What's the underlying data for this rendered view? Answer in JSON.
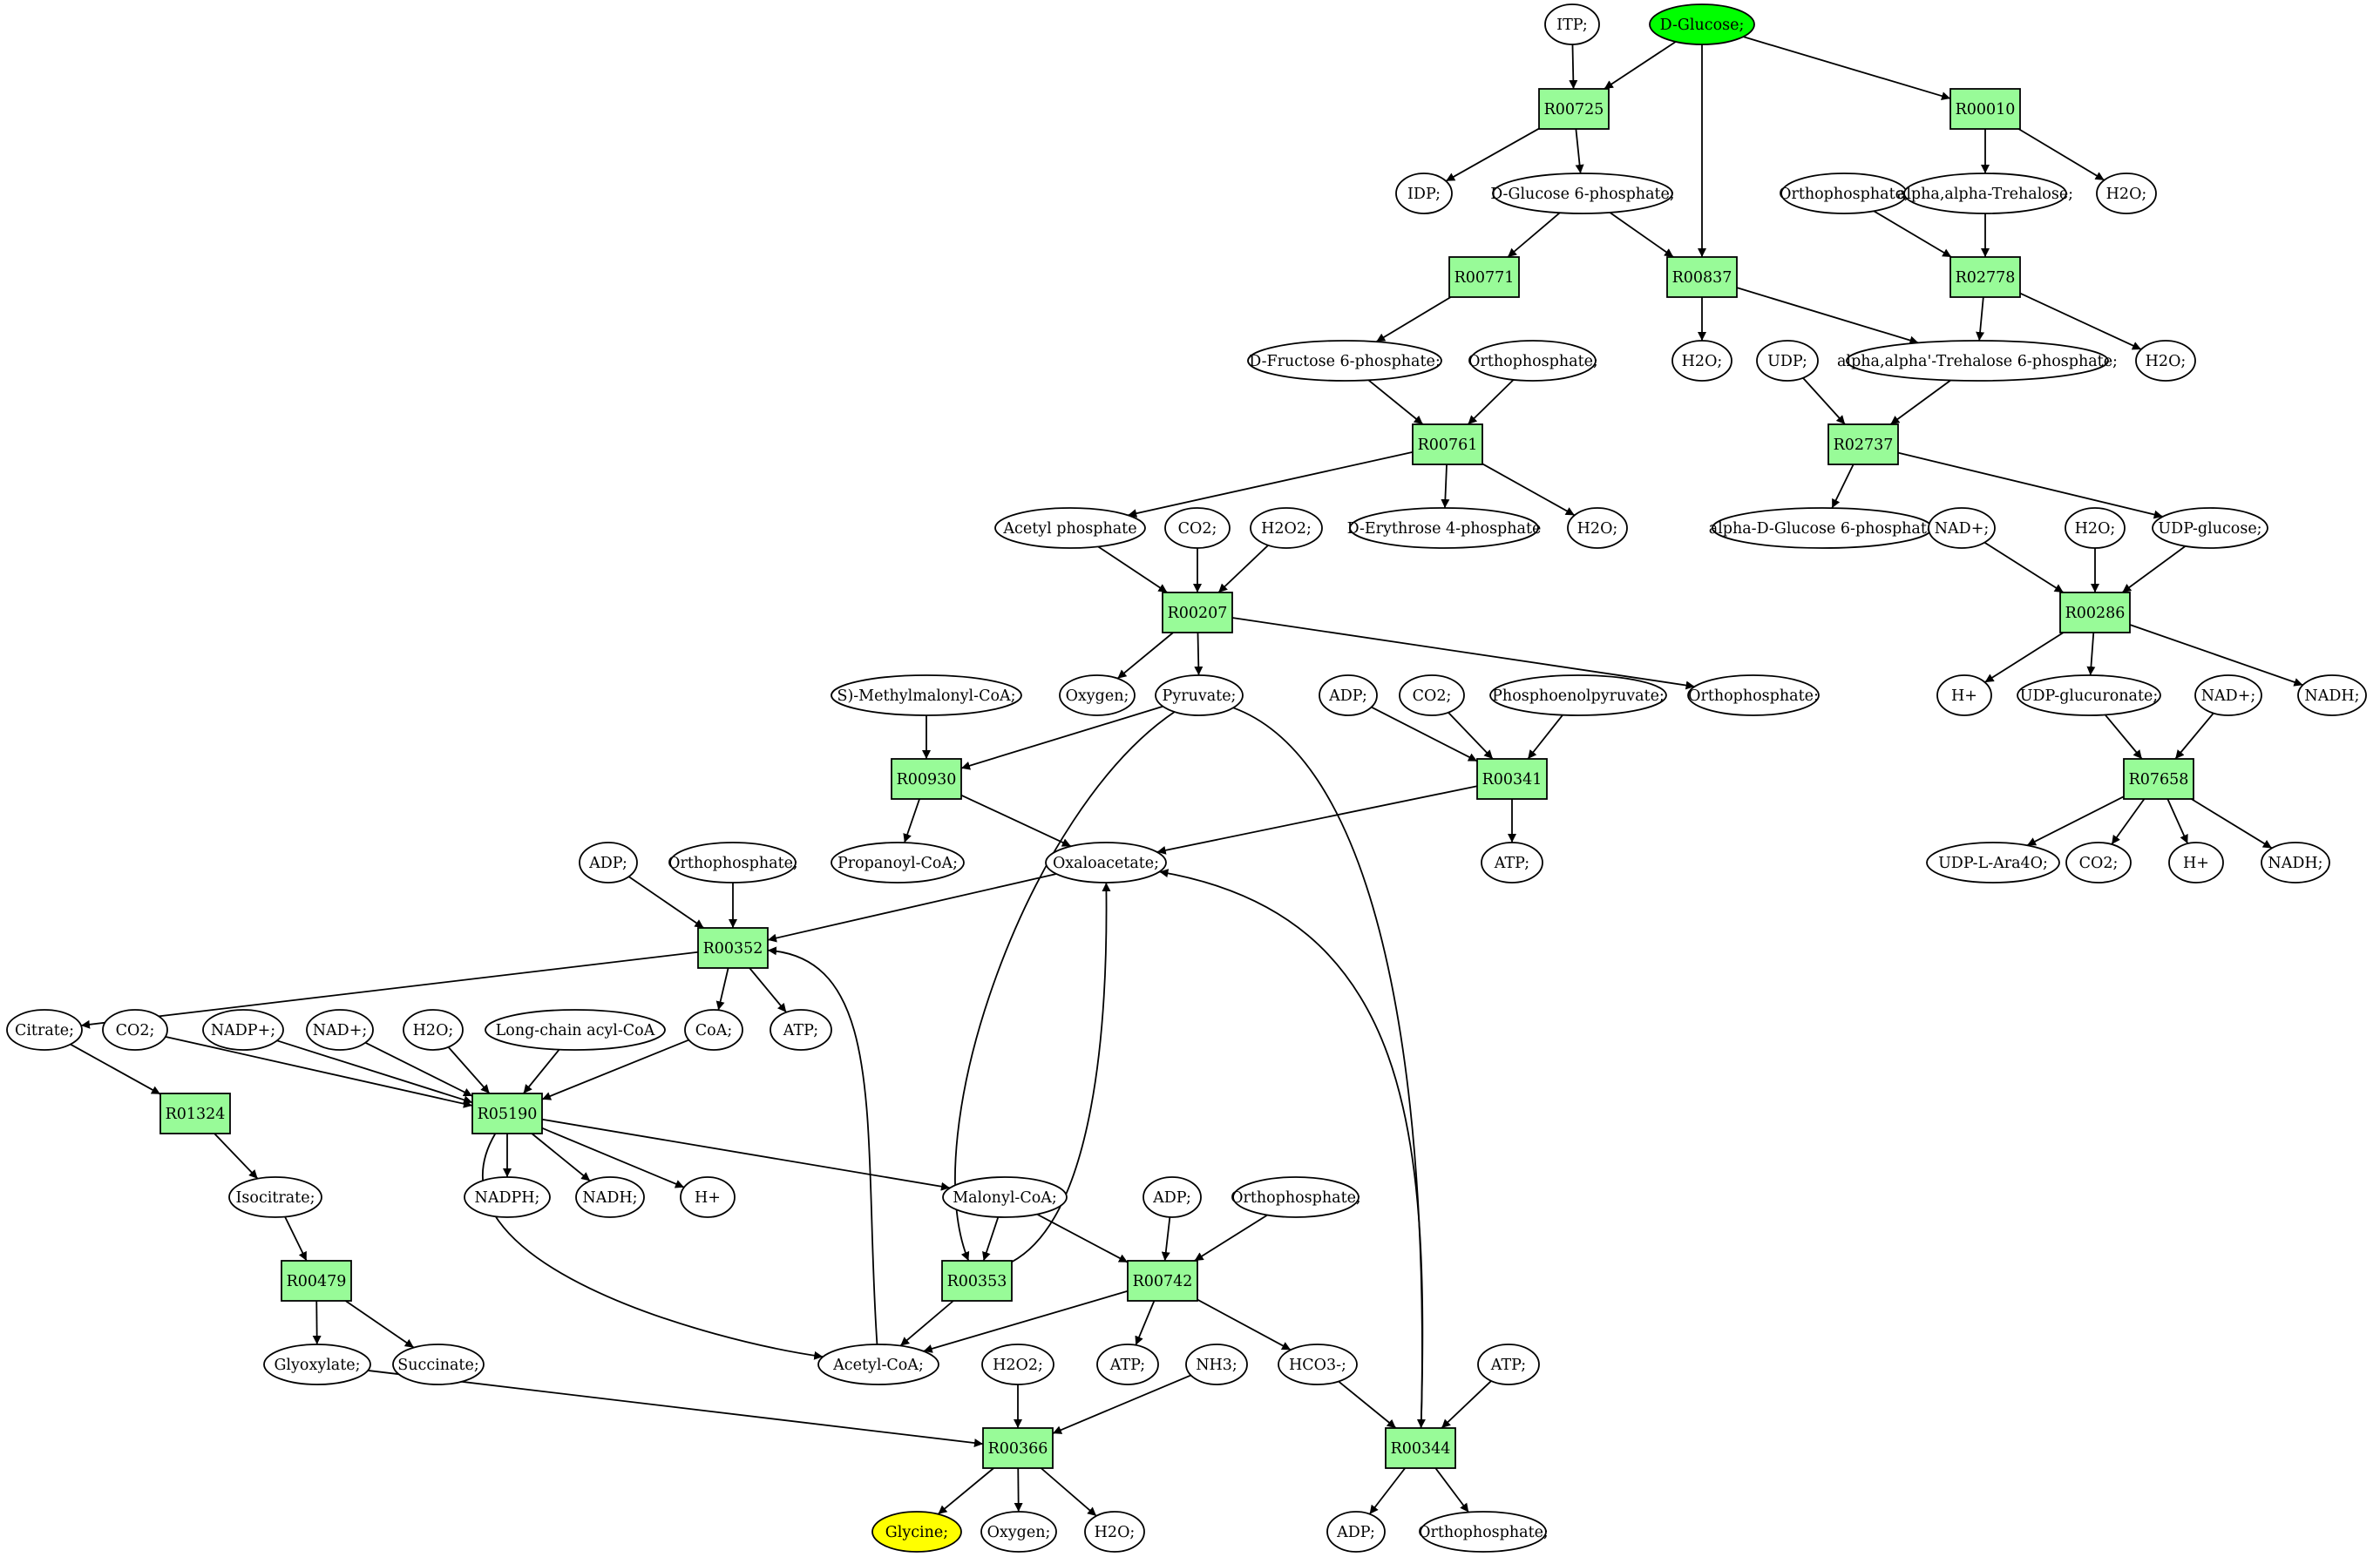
{
  "diagram": {
    "type": "metabolic-pathway-graph",
    "colors": {
      "reaction": "#98fb98",
      "compound": "#ffffff",
      "start_compound": "#00ff00",
      "target_compound": "#ffff00",
      "line": "#000000"
    },
    "nodes": [
      {
        "id": "dglc",
        "kind": "compound",
        "label": "D-Glucose;",
        "role": "start"
      },
      {
        "id": "itp",
        "kind": "compound",
        "label": "ITP;"
      },
      {
        "id": "r00725",
        "kind": "reaction",
        "label": "R00725"
      },
      {
        "id": "r00010",
        "kind": "reaction",
        "label": "R00010"
      },
      {
        "id": "idp",
        "kind": "compound",
        "label": "IDP;"
      },
      {
        "id": "g6p",
        "kind": "compound",
        "label": "D-Glucose 6-phosphate;"
      },
      {
        "id": "pi1",
        "kind": "compound",
        "label": "Orthophosphate;"
      },
      {
        "id": "treh",
        "kind": "compound",
        "label": "alpha,alpha-Trehalose;"
      },
      {
        "id": "h2o1",
        "kind": "compound",
        "label": "H2O;"
      },
      {
        "id": "r00771",
        "kind": "reaction",
        "label": "R00771"
      },
      {
        "id": "r00837",
        "kind": "reaction",
        "label": "R00837"
      },
      {
        "id": "r02778",
        "kind": "reaction",
        "label": "R02778"
      },
      {
        "id": "f6p",
        "kind": "compound",
        "label": "D-Fructose 6-phosphate;"
      },
      {
        "id": "pi2",
        "kind": "compound",
        "label": "Orthophosphate;"
      },
      {
        "id": "h2o2",
        "kind": "compound",
        "label": "H2O;"
      },
      {
        "id": "udp1",
        "kind": "compound",
        "label": "UDP;"
      },
      {
        "id": "t6p",
        "kind": "compound",
        "label": "alpha,alpha'-Trehalose 6-phosphate;"
      },
      {
        "id": "h2o3",
        "kind": "compound",
        "label": "H2O;"
      },
      {
        "id": "r00761",
        "kind": "reaction",
        "label": "R00761"
      },
      {
        "id": "r02737",
        "kind": "reaction",
        "label": "R02737"
      },
      {
        "id": "acp",
        "kind": "compound",
        "label": "Acetyl phosphate"
      },
      {
        "id": "co2a",
        "kind": "compound",
        "label": "CO2;"
      },
      {
        "id": "h2o2a",
        "kind": "compound",
        "label": "H2O2;"
      },
      {
        "id": "e4p",
        "kind": "compound",
        "label": "D-Erythrose 4-phosphate"
      },
      {
        "id": "h2o4",
        "kind": "compound",
        "label": "H2O;"
      },
      {
        "id": "ag6p",
        "kind": "compound",
        "label": "alpha-D-Glucose 6-phosphate"
      },
      {
        "id": "nadp1",
        "kind": "compound",
        "label": "NAD+;"
      },
      {
        "id": "h2o5",
        "kind": "compound",
        "label": "H2O;"
      },
      {
        "id": "udpg",
        "kind": "compound",
        "label": "UDP-glucose;"
      },
      {
        "id": "r00207",
        "kind": "reaction",
        "label": "R00207"
      },
      {
        "id": "r00286",
        "kind": "reaction",
        "label": "R00286"
      },
      {
        "id": "mmcoa",
        "kind": "compound",
        "label": "S)-Methylmalonyl-CoA;"
      },
      {
        "id": "oxy1",
        "kind": "compound",
        "label": "Oxygen;"
      },
      {
        "id": "pyr",
        "kind": "compound",
        "label": "Pyruvate;"
      },
      {
        "id": "adp1",
        "kind": "compound",
        "label": "ADP;"
      },
      {
        "id": "co2b",
        "kind": "compound",
        "label": "CO2;"
      },
      {
        "id": "pep",
        "kind": "compound",
        "label": "Phosphoenolpyruvate;"
      },
      {
        "id": "pi3",
        "kind": "compound",
        "label": "Orthophosphate;"
      },
      {
        "id": "hp1",
        "kind": "compound",
        "label": "H+"
      },
      {
        "id": "udpgr",
        "kind": "compound",
        "label": "UDP-glucuronate;"
      },
      {
        "id": "nadp2",
        "kind": "compound",
        "label": "NAD+;"
      },
      {
        "id": "nadh1",
        "kind": "compound",
        "label": "NADH;"
      },
      {
        "id": "r00930",
        "kind": "reaction",
        "label": "R00930"
      },
      {
        "id": "r00341",
        "kind": "reaction",
        "label": "R00341"
      },
      {
        "id": "r07658",
        "kind": "reaction",
        "label": "R07658"
      },
      {
        "id": "adp2",
        "kind": "compound",
        "label": "ADP;"
      },
      {
        "id": "pi4",
        "kind": "compound",
        "label": "Orthophosphate;"
      },
      {
        "id": "ppcoa",
        "kind": "compound",
        "label": "Propanoyl-CoA;"
      },
      {
        "id": "oaa",
        "kind": "compound",
        "label": "Oxaloacetate;"
      },
      {
        "id": "atp1",
        "kind": "compound",
        "label": "ATP;"
      },
      {
        "id": "udpara",
        "kind": "compound",
        "label": "UDP-L-Ara4O;"
      },
      {
        "id": "co2c",
        "kind": "compound",
        "label": "CO2;"
      },
      {
        "id": "hp2",
        "kind": "compound",
        "label": "H+"
      },
      {
        "id": "nadh2",
        "kind": "compound",
        "label": "NADH;"
      },
      {
        "id": "r00352",
        "kind": "reaction",
        "label": "R00352"
      },
      {
        "id": "cit",
        "kind": "compound",
        "label": "Citrate;"
      },
      {
        "id": "co2d",
        "kind": "compound",
        "label": "CO2;"
      },
      {
        "id": "nadpp",
        "kind": "compound",
        "label": "NADP+;"
      },
      {
        "id": "nadp3",
        "kind": "compound",
        "label": "NAD+;"
      },
      {
        "id": "h2o6",
        "kind": "compound",
        "label": "H2O;"
      },
      {
        "id": "lcacoa",
        "kind": "compound",
        "label": "Long-chain acyl-CoA"
      },
      {
        "id": "coa",
        "kind": "compound",
        "label": "CoA;"
      },
      {
        "id": "atp2",
        "kind": "compound",
        "label": "ATP;"
      },
      {
        "id": "r01324",
        "kind": "reaction",
        "label": "R01324"
      },
      {
        "id": "r05190",
        "kind": "reaction",
        "label": "R05190"
      },
      {
        "id": "icit",
        "kind": "compound",
        "label": "Isocitrate;"
      },
      {
        "id": "nadph",
        "kind": "compound",
        "label": "NADPH;"
      },
      {
        "id": "nadh3",
        "kind": "compound",
        "label": "NADH;"
      },
      {
        "id": "hp3",
        "kind": "compound",
        "label": "H+"
      },
      {
        "id": "malcoa",
        "kind": "compound",
        "label": "Malonyl-CoA;"
      },
      {
        "id": "adp3",
        "kind": "compound",
        "label": "ADP;"
      },
      {
        "id": "pi5",
        "kind": "compound",
        "label": "Orthophosphate;"
      },
      {
        "id": "r00479",
        "kind": "reaction",
        "label": "R00479"
      },
      {
        "id": "r00353",
        "kind": "reaction",
        "label": "R00353"
      },
      {
        "id": "r00742",
        "kind": "reaction",
        "label": "R00742"
      },
      {
        "id": "glyx",
        "kind": "compound",
        "label": "Glyoxylate;"
      },
      {
        "id": "succ",
        "kind": "compound",
        "label": "Succinate;"
      },
      {
        "id": "accoa",
        "kind": "compound",
        "label": "Acetyl-CoA;"
      },
      {
        "id": "h2o2b",
        "kind": "compound",
        "label": "H2O2;"
      },
      {
        "id": "atp3",
        "kind": "compound",
        "label": "ATP;"
      },
      {
        "id": "nh3",
        "kind": "compound",
        "label": "NH3;"
      },
      {
        "id": "hco3",
        "kind": "compound",
        "label": "HCO3-;"
      },
      {
        "id": "atp4",
        "kind": "compound",
        "label": "ATP;"
      },
      {
        "id": "r00366",
        "kind": "reaction",
        "label": "R00366"
      },
      {
        "id": "r00344",
        "kind": "reaction",
        "label": "R00344"
      },
      {
        "id": "gly",
        "kind": "compound",
        "label": "Glycine;",
        "role": "target"
      },
      {
        "id": "oxy2",
        "kind": "compound",
        "label": "Oxygen;"
      },
      {
        "id": "h2o7",
        "kind": "compound",
        "label": "H2O;"
      },
      {
        "id": "adp4",
        "kind": "compound",
        "label": "ADP;"
      },
      {
        "id": "pi6",
        "kind": "compound",
        "label": "Orthophosphate;"
      }
    ],
    "edges": [
      [
        "itp",
        "r00725"
      ],
      [
        "dglc",
        "r00725"
      ],
      [
        "dglc",
        "r00837"
      ],
      [
        "dglc",
        "r00010"
      ],
      [
        "r00725",
        "idp"
      ],
      [
        "r00725",
        "g6p"
      ],
      [
        "r00010",
        "treh"
      ],
      [
        "r00010",
        "h2o1"
      ],
      [
        "g6p",
        "r00771"
      ],
      [
        "g6p",
        "r00837"
      ],
      [
        "pi1",
        "r02778"
      ],
      [
        "treh",
        "r02778"
      ],
      [
        "r00771",
        "f6p"
      ],
      [
        "r00837",
        "h2o2"
      ],
      [
        "r00837",
        "t6p"
      ],
      [
        "r02778",
        "t6p"
      ],
      [
        "r02778",
        "h2o3"
      ],
      [
        "f6p",
        "r00761"
      ],
      [
        "pi2",
        "r00761"
      ],
      [
        "udp1",
        "r02737"
      ],
      [
        "t6p",
        "r02737"
      ],
      [
        "r00761",
        "acp"
      ],
      [
        "r00761",
        "e4p"
      ],
      [
        "r00761",
        "h2o4"
      ],
      [
        "r02737",
        "ag6p"
      ],
      [
        "r02737",
        "udpg"
      ],
      [
        "acp",
        "r00207"
      ],
      [
        "co2a",
        "r00207"
      ],
      [
        "h2o2a",
        "r00207"
      ],
      [
        "nadp1",
        "r00286"
      ],
      [
        "h2o5",
        "r00286"
      ],
      [
        "udpg",
        "r00286"
      ],
      [
        "r00207",
        "oxy1"
      ],
      [
        "r00207",
        "pyr"
      ],
      [
        "r00207",
        "pi3"
      ],
      [
        "r00286",
        "hp1"
      ],
      [
        "r00286",
        "udpgr"
      ],
      [
        "r00286",
        "nadh1"
      ],
      [
        "mmcoa",
        "r00930"
      ],
      [
        "pyr",
        "r00930"
      ],
      [
        "pyr",
        "r00353"
      ],
      [
        "pyr",
        "r00344"
      ],
      [
        "adp1",
        "r00341"
      ],
      [
        "co2b",
        "r00341"
      ],
      [
        "pep",
        "r00341"
      ],
      [
        "udpgr",
        "r07658"
      ],
      [
        "nadp2",
        "r07658"
      ],
      [
        "r00930",
        "ppcoa"
      ],
      [
        "r00930",
        "oaa"
      ],
      [
        "r00341",
        "oaa"
      ],
      [
        "r00341",
        "atp1"
      ],
      [
        "r07658",
        "udpara"
      ],
      [
        "r07658",
        "co2c"
      ],
      [
        "r07658",
        "hp2"
      ],
      [
        "r07658",
        "nadh2"
      ],
      [
        "adp2",
        "r00352"
      ],
      [
        "pi4",
        "r00352"
      ],
      [
        "oaa",
        "r00352"
      ],
      [
        "r00352",
        "cit"
      ],
      [
        "r00352",
        "coa"
      ],
      [
        "r00352",
        "atp2"
      ],
      [
        "cit",
        "r01324"
      ],
      [
        "co2d",
        "r05190"
      ],
      [
        "nadpp",
        "r05190"
      ],
      [
        "nadp3",
        "r05190"
      ],
      [
        "h2o6",
        "r05190"
      ],
      [
        "lcacoa",
        "r05190"
      ],
      [
        "coa",
        "r05190"
      ],
      [
        "r01324",
        "icit"
      ],
      [
        "r05190",
        "nadph"
      ],
      [
        "r05190",
        "nadh3"
      ],
      [
        "r05190",
        "hp3"
      ],
      [
        "r05190",
        "malcoa"
      ],
      [
        "r05190",
        "accoa"
      ],
      [
        "icit",
        "r00479"
      ],
      [
        "malcoa",
        "r00353"
      ],
      [
        "malcoa",
        "r00742"
      ],
      [
        "adp3",
        "r00742"
      ],
      [
        "pi5",
        "r00742"
      ],
      [
        "r00479",
        "glyx"
      ],
      [
        "r00479",
        "succ"
      ],
      [
        "r00353",
        "accoa"
      ],
      [
        "r00353",
        "oaa"
      ],
      [
        "r00742",
        "accoa"
      ],
      [
        "r00742",
        "atp3"
      ],
      [
        "r00742",
        "hco3"
      ],
      [
        "accoa",
        "r00352"
      ],
      [
        "glyx",
        "r00366"
      ],
      [
        "h2o2b",
        "r00366"
      ],
      [
        "nh3",
        "r00366"
      ],
      [
        "hco3",
        "r00344"
      ],
      [
        "atp4",
        "r00344"
      ],
      [
        "r00366",
        "gly"
      ],
      [
        "r00366",
        "oxy2"
      ],
      [
        "r00366",
        "h2o7"
      ],
      [
        "r00344",
        "adp4"
      ],
      [
        "r00344",
        "pi6"
      ],
      [
        "r00344",
        "oaa"
      ]
    ]
  }
}
